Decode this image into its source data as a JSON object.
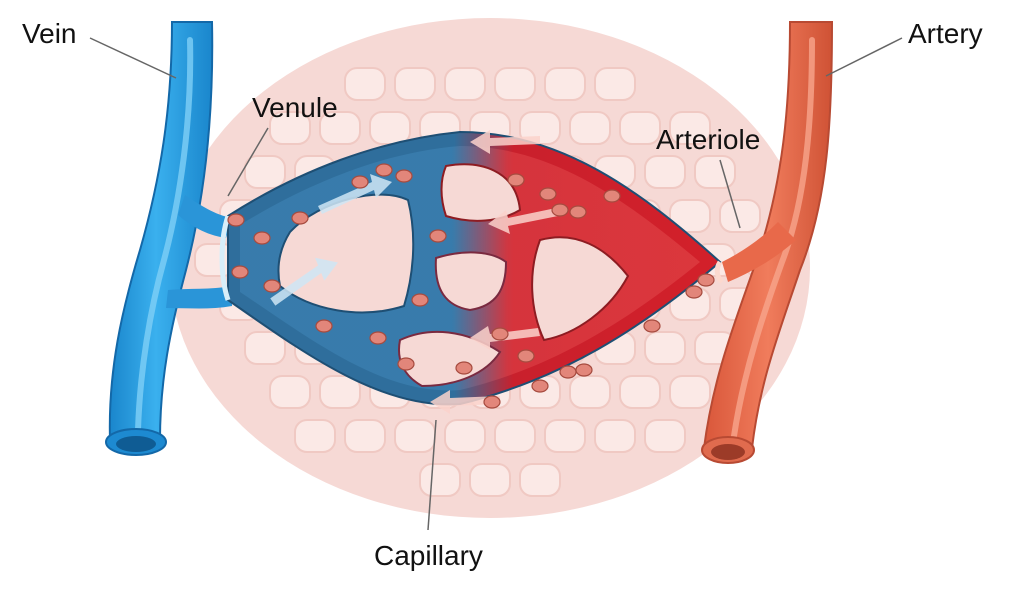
{
  "labels": {
    "vein": "Vein",
    "artery": "Artery",
    "venule": "Venule",
    "arteriole": "Arteriole",
    "capillary": "Capillary"
  },
  "colors": {
    "vein": "#1e9be0",
    "vein_dark": "#1368a8",
    "capillary_blue": "#2f6e9c",
    "capillary_red": "#d3202a",
    "artery": "#e8694a",
    "artery_dark": "#b84a33",
    "tissue": "#f6d9d5",
    "tissue_cell": "#fbe8e5",
    "blood_cell": "#e2867a",
    "leader": "#666666"
  }
}
